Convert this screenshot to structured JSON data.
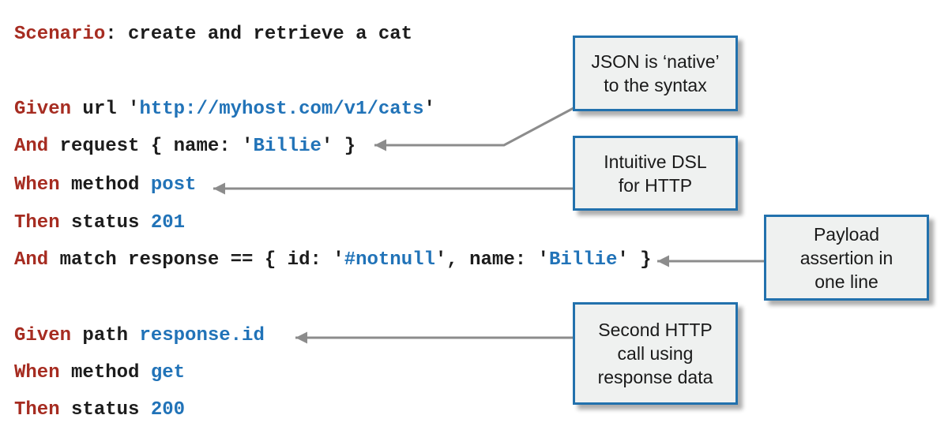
{
  "figure": {
    "description_title": "Karate scenario: create and retrieve a cat"
  },
  "colors": {
    "keyword_red": "#a62c21",
    "value_blue": "#2173b8",
    "plain_black": "#1c1c1c",
    "box_border_blue": "#2271ad",
    "box_fill": "#eff1f0",
    "connector_gray": "#8c8c8c",
    "background": "#ffffff"
  },
  "code": {
    "lines": [
      {
        "name": "scenario",
        "segments": [
          {
            "text": "Scenario",
            "style": "keyword"
          },
          {
            "text": ": create and retrieve a cat",
            "style": "plain"
          }
        ]
      },
      {
        "name": "given-url",
        "segments": [
          {
            "text": "Given",
            "style": "keyword"
          },
          {
            "text": " url '",
            "style": "plain"
          },
          {
            "text": "http://myhost.com/v1/cats",
            "style": "value"
          },
          {
            "text": "'",
            "style": "plain"
          }
        ]
      },
      {
        "name": "and-request",
        "segments": [
          {
            "text": "And",
            "style": "keyword"
          },
          {
            "text": " request { name: '",
            "style": "plain"
          },
          {
            "text": "Billie",
            "style": "value"
          },
          {
            "text": "' }",
            "style": "plain"
          }
        ]
      },
      {
        "name": "when-method-post",
        "segments": [
          {
            "text": "When",
            "style": "keyword"
          },
          {
            "text": " method ",
            "style": "plain"
          },
          {
            "text": "post",
            "style": "value"
          }
        ]
      },
      {
        "name": "then-status-201",
        "segments": [
          {
            "text": "Then",
            "style": "keyword"
          },
          {
            "text": " status ",
            "style": "plain"
          },
          {
            "text": "201",
            "style": "value"
          }
        ]
      },
      {
        "name": "and-match-response",
        "segments": [
          {
            "text": "And",
            "style": "keyword"
          },
          {
            "text": " match response == { id: '",
            "style": "plain"
          },
          {
            "text": "#notnull",
            "style": "value"
          },
          {
            "text": "', name: '",
            "style": "plain"
          },
          {
            "text": "Billie",
            "style": "value"
          },
          {
            "text": "' }",
            "style": "plain"
          }
        ]
      },
      {
        "name": "given-path",
        "segments": [
          {
            "text": "Given",
            "style": "keyword"
          },
          {
            "text": " path ",
            "style": "plain"
          },
          {
            "text": "response.id",
            "style": "value"
          }
        ]
      },
      {
        "name": "when-method-get",
        "segments": [
          {
            "text": "When",
            "style": "keyword"
          },
          {
            "text": " method ",
            "style": "plain"
          },
          {
            "text": "get",
            "style": "value"
          }
        ]
      },
      {
        "name": "then-status-200",
        "segments": [
          {
            "text": "Then",
            "style": "keyword"
          },
          {
            "text": " status ",
            "style": "plain"
          },
          {
            "text": "200",
            "style": "value"
          }
        ]
      }
    ]
  },
  "callouts": [
    {
      "text": "JSON is ‘native’\nto the syntax"
    },
    {
      "text": "Intuitive DSL\nfor HTTP"
    },
    {
      "text": "Payload\nassertion in\none line"
    },
    {
      "text": "Second HTTP\ncall using\nresponse data"
    }
  ]
}
